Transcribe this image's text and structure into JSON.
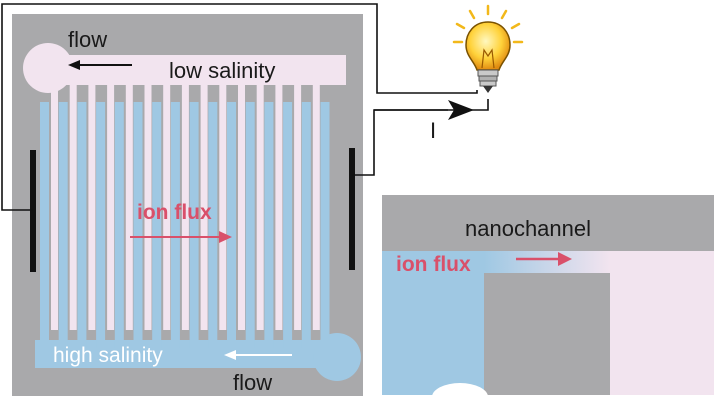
{
  "labels": {
    "flow_top": "flow",
    "low_salinity": "low salinity",
    "current": "I",
    "ion_flux_main": "ion flux",
    "high_salinity": "high salinity",
    "flow_bottom": "flow",
    "nanochannel": "nanochannel",
    "ion_flux_inset": "ion flux"
  },
  "colors": {
    "membrane_gray": "#a9a9ab",
    "high_salinity_blue": "#9fc8e3",
    "low_salinity_pink": "#f2e4ef",
    "ion_flux_red": "#d9506a",
    "electrode_black": "#111111"
  },
  "icons": {
    "lamp": "lightbulb-icon"
  }
}
